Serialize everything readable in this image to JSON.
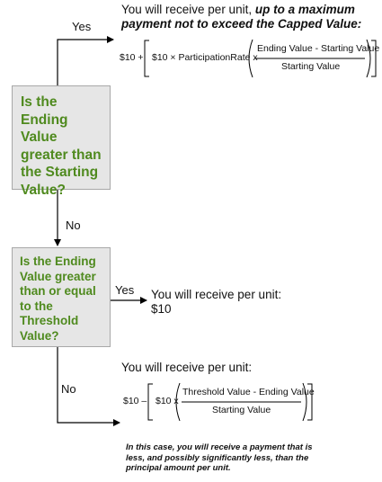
{
  "decisions": {
    "first": [
      "Is the",
      "Ending",
      "Value",
      "greater than",
      "the Starting",
      "Value?"
    ],
    "second": [
      "Is the Ending",
      "Value greater",
      "than or equal",
      "to the",
      "Threshold",
      "Value?"
    ]
  },
  "labels": {
    "yes_top": "Yes",
    "no_first": "No",
    "yes_mid": "Yes",
    "no_bottom": "No"
  },
  "outcomes": {
    "top": {
      "line1_plain": "You will receive per unit, ",
      "line1_bold": "up to a maximum",
      "line2_bold": "payment not to exceed the Capped Value:"
    },
    "middle": {
      "line1": "You will receive per unit:",
      "line2": "$10"
    },
    "bottom": {
      "line1": "You will receive per unit:"
    }
  },
  "formulas": {
    "top": {
      "prefix": "$10 +",
      "inner": "$10 × ParticipationRate  x",
      "numerator": "Ending Value - Starting Value",
      "denominator": "Starting Value"
    },
    "bottom": {
      "prefix": "$10 –",
      "inner": "$10 x",
      "numerator": "Threshold Value - Ending Value",
      "denominator": "Starting Value"
    }
  },
  "note": [
    "In this case, you will receive a payment that is",
    "less, and possibly significantly less, than the",
    "principal amount per unit."
  ]
}
